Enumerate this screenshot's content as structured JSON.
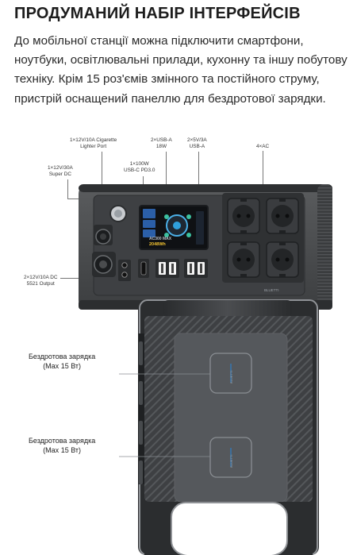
{
  "heading": "ПРОДУМАНИЙ НАБІР ІНТЕРФЕЙСІВ",
  "description": "До мобільної станції можна підключити смартфони, ноутбуки, освітлювальні прилади, кухонну та іншу побутову техніку. Крім 15 роз'ємів змінного та постійного струму, пристрій оснащений панеллю для бездротової зарядки.",
  "front_panel": {
    "labels": {
      "cigarette": [
        "1×12V/10A Cigarette",
        "Lighter Port"
      ],
      "usb_a_18w": [
        "2×USB-A",
        "18W"
      ],
      "usb_a_5v": [
        "2×5V/3A",
        "USB-A"
      ],
      "ac": [
        "4×AC"
      ],
      "super_dc": [
        "1×12V/30A",
        "Super DC"
      ],
      "usb_c": [
        "1×100W",
        "USB-C PD3.0"
      ],
      "dc5521": [
        "2×12V/10A DC",
        "5521 Output"
      ]
    },
    "screen": {
      "model": "AC300 MAX",
      "capacity": "2048Wh"
    },
    "brand": "BLUETTI"
  },
  "top_panel": {
    "wireless_1": [
      "Бездротова зарядка",
      "(Max 15 Вт)"
    ],
    "wireless_2": [
      "Бездротова зарядка",
      "(Max 15 Вт)"
    ],
    "pad_text": "BLUETTI"
  },
  "colors": {
    "body": "#4a4c4e",
    "body_dark": "#2f3133",
    "accent_blue": "#2d7fc6"
  }
}
